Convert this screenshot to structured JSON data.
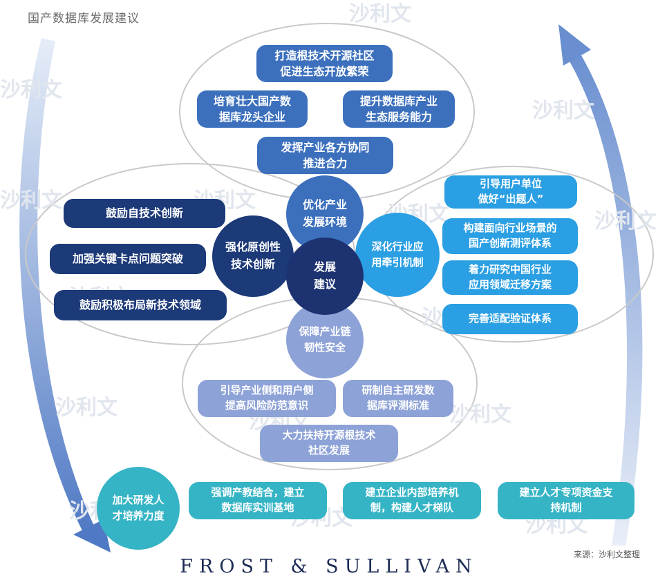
{
  "title": "国产数据库发展建议",
  "source": "来源：沙利文整理",
  "brand": "FROST & SULLIVAN",
  "watermark": "沙利文",
  "colors": {
    "top": "#3c70bd",
    "left": "#1c3978",
    "center": "#1d3270",
    "right": "#2b9fe3",
    "bottom": "#8da2d7",
    "talent": "#35b4c5"
  },
  "center": {
    "label": "发展\n建议"
  },
  "petals": {
    "top": {
      "hub": "优化产业\n发展环境",
      "items": [
        "打造根技术开源社区\n促进生态开放繁荣",
        "培育壮大国产数\n据库龙头企业",
        "提升数据库产业\n生态服务能力",
        "发挥产业各方协同\n推进合力"
      ]
    },
    "left": {
      "hub": "强化原创性\n技术创新",
      "items": [
        "鼓励自技术创新",
        "加强关键卡点问题突破",
        "鼓励积极布局新技术领域"
      ]
    },
    "right": {
      "hub": "深化行业应\n用牵引机制",
      "items": [
        "引导用户单位\n做好“出题人”",
        "构建面向行业场景的\n国产创新测评体系",
        "着力研究中国行业\n应用领域迁移方案",
        "完善适配验证体系"
      ]
    },
    "bottom": {
      "hub": "保障产业链\n韧性安全",
      "items": [
        "引导产业侧和用户侧\n提高风险防范意识",
        "研制自主研发数\n据库评测标准",
        "大力扶持开源根技术\n社区发展"
      ]
    }
  },
  "talent": {
    "hub": "加大研发人\n才培养力度",
    "items": [
      "强调产教结合，建立\n数据库实训基地",
      "建立企业内部培养机\n制，构建人才梯队",
      "建立人才专项资金支\n持机制"
    ]
  }
}
